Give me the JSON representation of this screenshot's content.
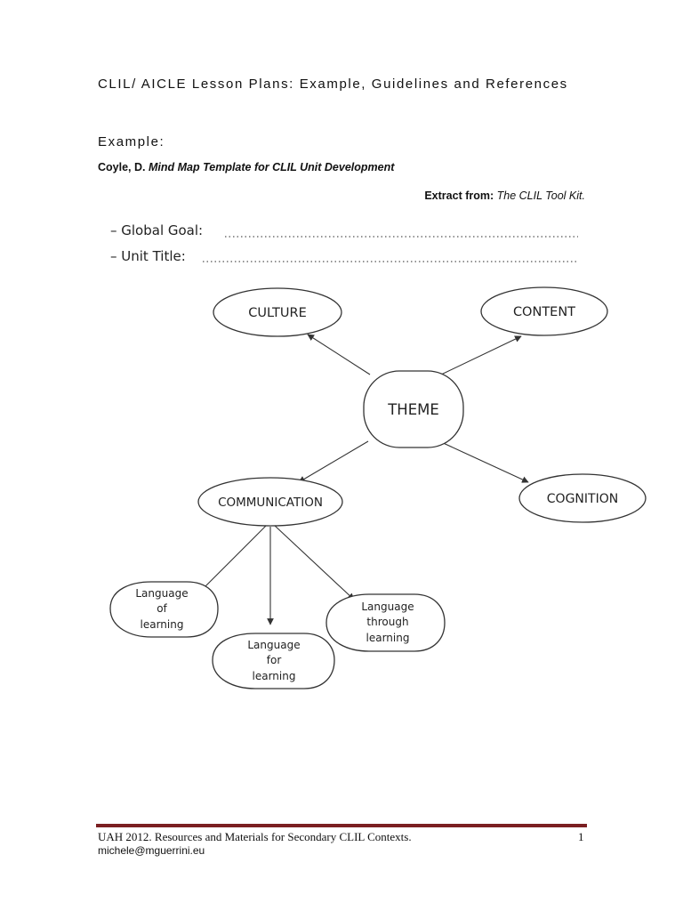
{
  "document": {
    "title": "CLIL/ AICLE Lesson Plans: Example, Guidelines and References",
    "section_label": "Example:",
    "citation": {
      "author": "Coyle, D.",
      "work": "Mind Map Template for CLIL Unit Development"
    },
    "extract": {
      "prefix": "Extract from:",
      "source": "The CLIL Tool Kit."
    }
  },
  "mind_map": {
    "fields": [
      {
        "label": "– Global Goal:"
      },
      {
        "label": "– Unit Title:"
      }
    ],
    "nodes": {
      "culture": "CULTURE",
      "content": "CONTENT",
      "theme": "THEME",
      "communication": "COMMUNICATION",
      "cognition": "COGNITION",
      "language_of": [
        "Language",
        "of",
        "learning"
      ],
      "language_for": [
        "Language",
        "for",
        "learning"
      ],
      "language_through": [
        "Language",
        "through",
        "learning"
      ]
    }
  },
  "footer": {
    "text": "UAH 2012. Resources and Materials for Secondary CLIL Contexts.",
    "page_number": "1",
    "email": "michele@mguerrini.eu",
    "rule_color": "#7b1f22"
  }
}
